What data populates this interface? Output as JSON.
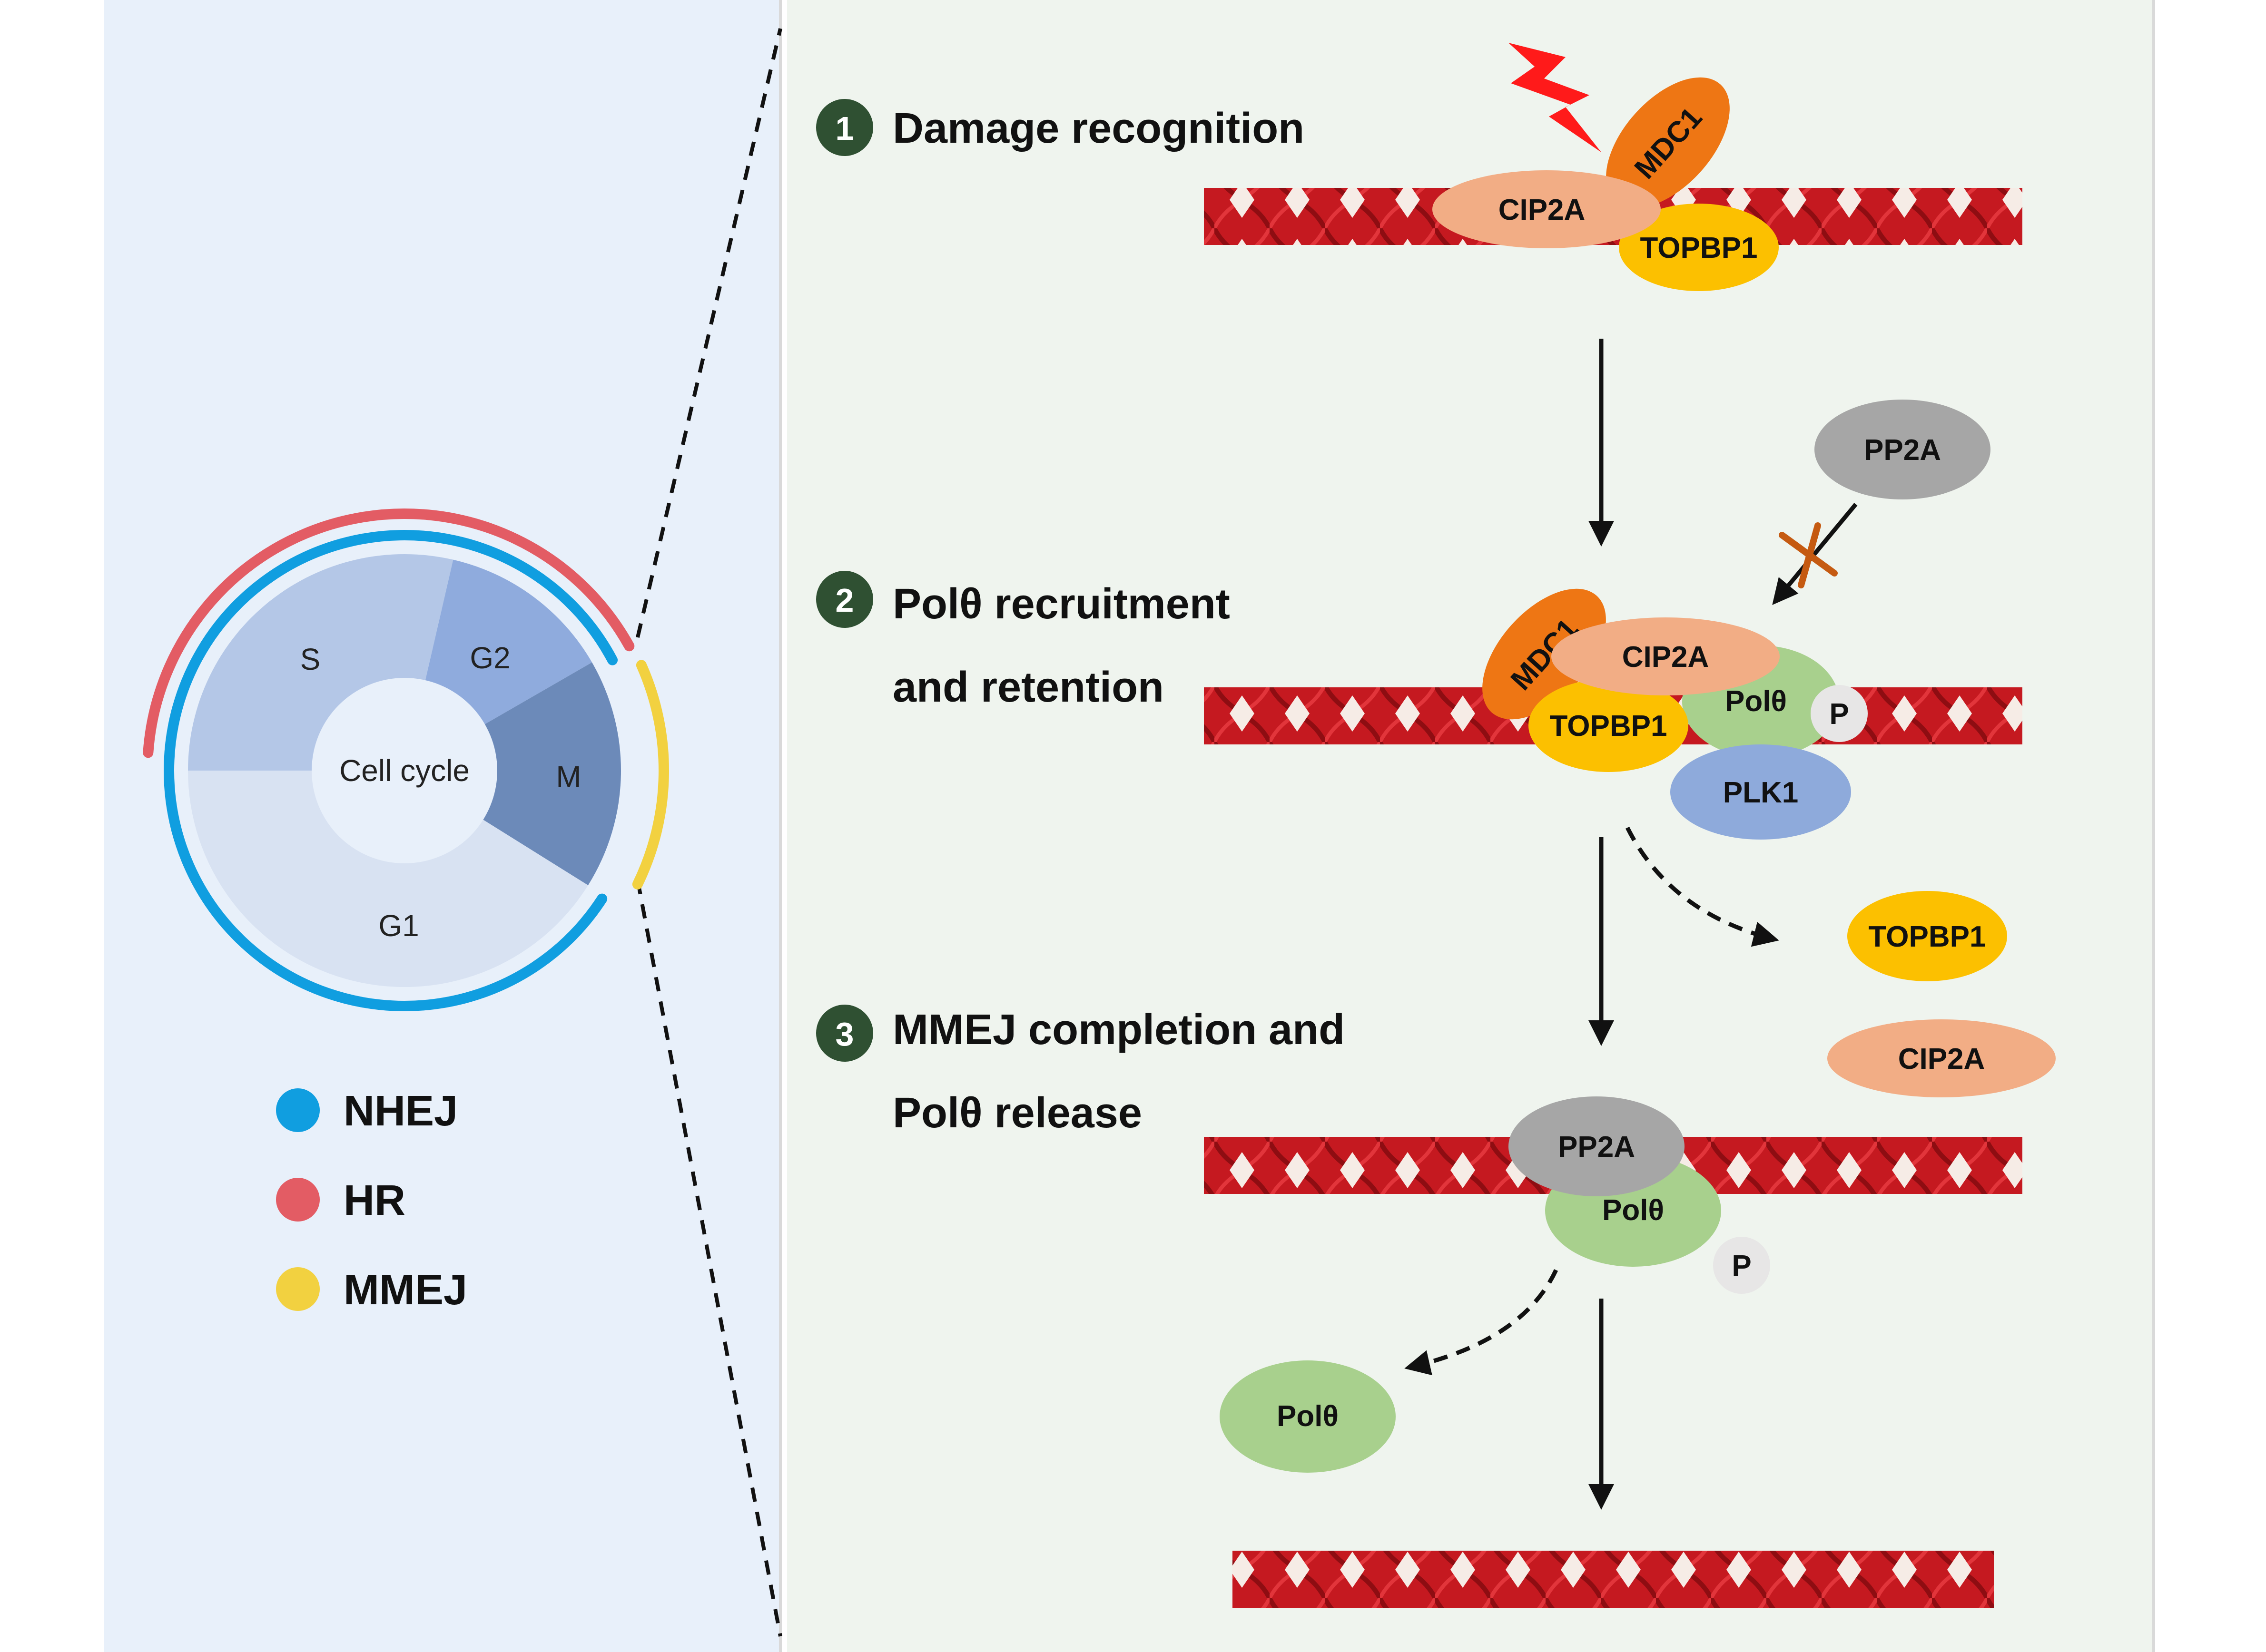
{
  "colors": {
    "left_panel": "#e8f0fa",
    "right_panel": "#eff4ee",
    "nhej": "#109ee0",
    "hr": "#e35c64",
    "mmej": "#f2d140",
    "phase_s": "#b4c7e7",
    "phase_g2": "#8fabdd",
    "phase_m": "#6c8ab9",
    "phase_g1": "#d8e2f2",
    "dna": "#c51920",
    "cip2a": "#f2ad85",
    "mdc1": "#ee7614",
    "topbp1": "#fcc000",
    "poltheta": "#a8d08d",
    "plk1": "#8eaadb",
    "pp2a": "#a6a6a6",
    "p": "#e7e6e6",
    "step_badge": "#2f5032",
    "lightning": "#ff1a1a",
    "block_x": "#c55a11"
  },
  "cell_cycle": {
    "center_label": "Cell cycle",
    "phases": [
      "S",
      "G2",
      "M",
      "G1"
    ]
  },
  "legend": [
    {
      "label": "NHEJ",
      "color": "#109ee0"
    },
    {
      "label": "HR",
      "color": "#e35c64"
    },
    {
      "label": "MMEJ",
      "color": "#f2d140"
    }
  ],
  "steps": [
    {
      "number": "1",
      "lines": [
        "Damage recognition"
      ]
    },
    {
      "number": "2",
      "lines": [
        "Polθ recruitment",
        "and retention"
      ]
    },
    {
      "number": "3",
      "lines": [
        "MMEJ completion and",
        "Polθ release"
      ]
    }
  ],
  "proteins": {
    "cip2a": "CIP2A",
    "mdc1": "MDC1",
    "topbp1": "TOPBP1",
    "pp2a": "PP2A",
    "poltheta": "Polθ",
    "plk1": "PLK1",
    "p": "P"
  }
}
